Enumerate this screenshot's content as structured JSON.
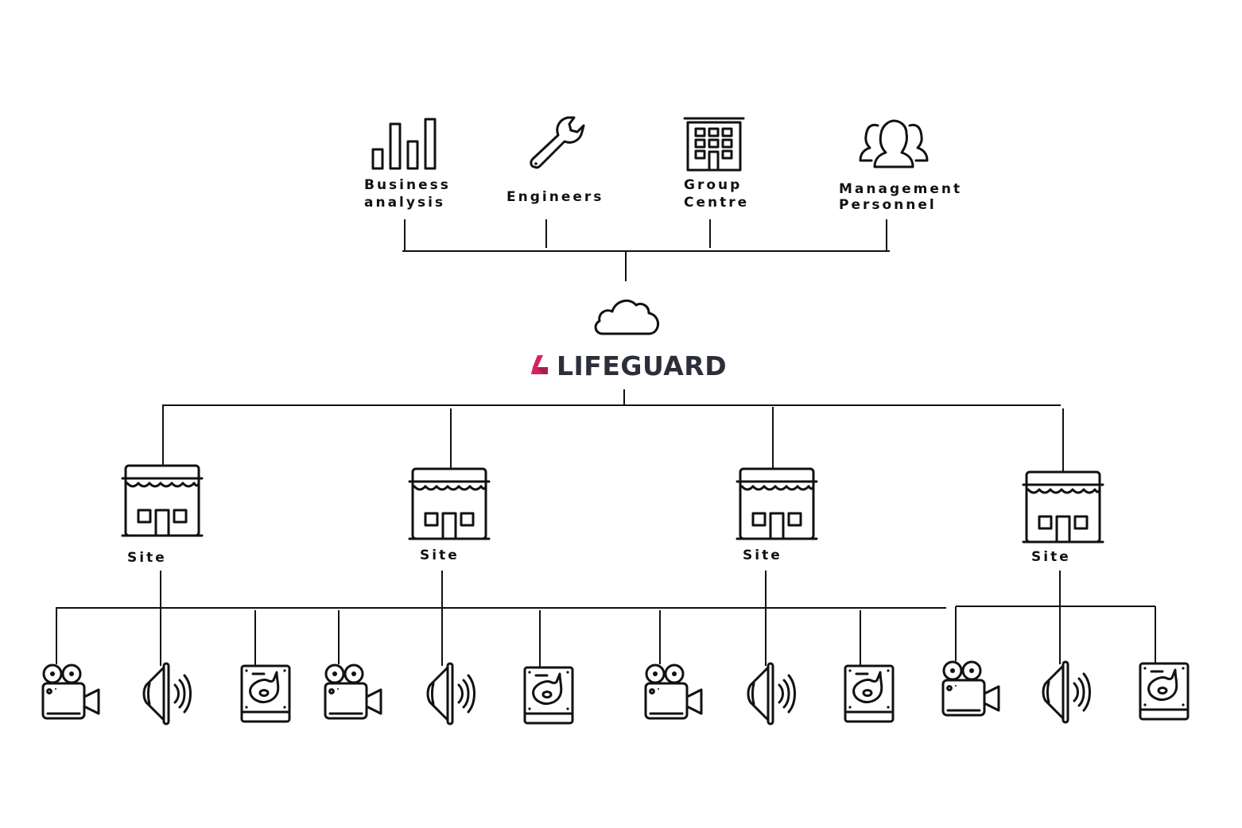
{
  "diagram": {
    "title": "LIFEGUARD",
    "brand_color": "#d6245a",
    "text_color": "#2c2f3a",
    "top_nodes": [
      {
        "id": "business",
        "icon": "bar-chart-icon",
        "label_lines": [
          "Business",
          "analysis"
        ]
      },
      {
        "id": "engineers",
        "icon": "wrench-icon",
        "label_lines": [
          "Engineers"
        ]
      },
      {
        "id": "group",
        "icon": "office-building-icon",
        "label_lines": [
          "Group",
          "Centre"
        ]
      },
      {
        "id": "management",
        "icon": "people-group-icon",
        "label_lines": [
          "Management",
          "Personnel"
        ]
      }
    ],
    "hub": {
      "icon": "cloud-icon",
      "label": "LIFEGUARD"
    },
    "sites": [
      {
        "label": "Site",
        "icon": "storefront-icon"
      },
      {
        "label": "Site",
        "icon": "storefront-icon"
      },
      {
        "label": "Site",
        "icon": "storefront-icon"
      },
      {
        "label": "Site",
        "icon": "storefront-icon"
      }
    ],
    "devices": [
      {
        "type": "camera",
        "icon": "video-camera-icon"
      },
      {
        "type": "speaker",
        "icon": "speaker-icon"
      },
      {
        "type": "storage",
        "icon": "hard-drive-icon"
      },
      {
        "type": "camera",
        "icon": "video-camera-icon"
      },
      {
        "type": "speaker",
        "icon": "speaker-icon"
      },
      {
        "type": "storage",
        "icon": "hard-drive-icon"
      },
      {
        "type": "camera",
        "icon": "video-camera-icon"
      },
      {
        "type": "speaker",
        "icon": "speaker-icon"
      },
      {
        "type": "storage",
        "icon": "hard-drive-icon"
      },
      {
        "type": "camera",
        "icon": "video-camera-icon"
      },
      {
        "type": "speaker",
        "icon": "speaker-icon"
      },
      {
        "type": "storage",
        "icon": "hard-drive-icon"
      }
    ]
  }
}
